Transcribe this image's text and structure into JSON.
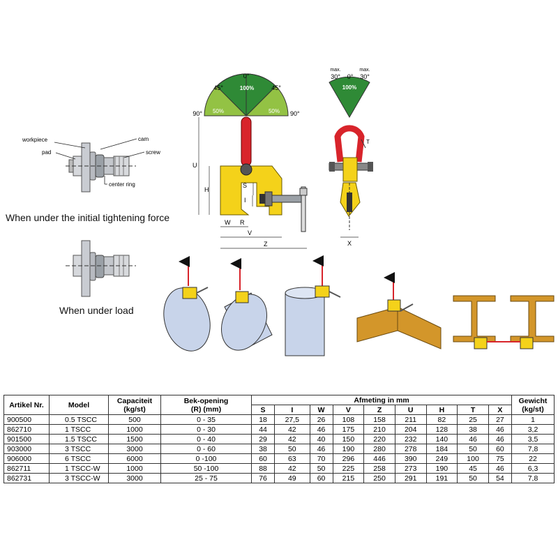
{
  "labels": {
    "workpiece": "workpiece",
    "cam": "cam",
    "pad": "pad",
    "screw": "screw",
    "center_ring": "center ring",
    "caption_initial": "When under the initial tightening force",
    "caption_load": "When under load"
  },
  "gauge_left": {
    "top": "0°",
    "left45": "45°",
    "right45": "45°",
    "left90": "90°",
    "right90": "90°",
    "p100": "100%",
    "p50l": "50%",
    "p50r": "50%"
  },
  "gauge_right": {
    "max_l": "max.",
    "max_r": "max.",
    "a30l": "30°",
    "a30r": "30°",
    "zero": "0°",
    "p100": "100%"
  },
  "dims": {
    "U": "U",
    "H": "H",
    "S": "S",
    "I": "I",
    "W": "W",
    "R": "R",
    "V": "V",
    "Z": "Z",
    "T": "T",
    "X": "X"
  },
  "colors": {
    "yellow": "#f4d21a",
    "red": "#d8242b",
    "green_dark": "#2f8a36",
    "green_light": "#93c244",
    "steel_beam": "#d3962a",
    "pipe": "#c8d4ea"
  },
  "table": {
    "headers": {
      "artikel": "Artikel Nr.",
      "model": "Model",
      "capaciteit": "Capaciteit",
      "capaciteit_unit": "(kg/st)",
      "bek": "Bek-opening",
      "bek_unit": "(R) (mm)",
      "afmeting": "Afmeting in mm",
      "gewicht": "Gewicht",
      "gewicht_unit": "(kg/st)",
      "sub": [
        "S",
        "I",
        "W",
        "V",
        "Z",
        "U",
        "H",
        "T",
        "X"
      ]
    },
    "rows": [
      [
        "900500",
        "0.5 TSCC",
        "500",
        "0 - 35",
        "18",
        "27,5",
        "26",
        "108",
        "158",
        "211",
        "82",
        "25",
        "27",
        "1"
      ],
      [
        "862710",
        "1 TSCC",
        "1000",
        "0 - 30",
        "44",
        "42",
        "46",
        "175",
        "210",
        "204",
        "128",
        "38",
        "46",
        "3,2"
      ],
      [
        "901500",
        "1.5 TSCC",
        "1500",
        "0 - 40",
        "29",
        "42",
        "40",
        "150",
        "220",
        "232",
        "140",
        "46",
        "46",
        "3,5"
      ],
      [
        "903000",
        "3 TSCC",
        "3000",
        "0 - 60",
        "38",
        "50",
        "46",
        "190",
        "280",
        "278",
        "184",
        "50",
        "60",
        "7,8"
      ],
      [
        "906000",
        "6 TSCC",
        "6000",
        "0 -100",
        "60",
        "63",
        "70",
        "296",
        "446",
        "390",
        "249",
        "100",
        "75",
        "22"
      ],
      [
        "862711",
        "1 TSCC-W",
        "1000",
        "50 -100",
        "88",
        "42",
        "50",
        "225",
        "258",
        "273",
        "190",
        "45",
        "46",
        "6,3"
      ],
      [
        "862731",
        "3 TSCC-W",
        "3000",
        "25 - 75",
        "76",
        "49",
        "60",
        "215",
        "250",
        "291",
        "191",
        "50",
        "54",
        "7,8"
      ]
    ]
  }
}
